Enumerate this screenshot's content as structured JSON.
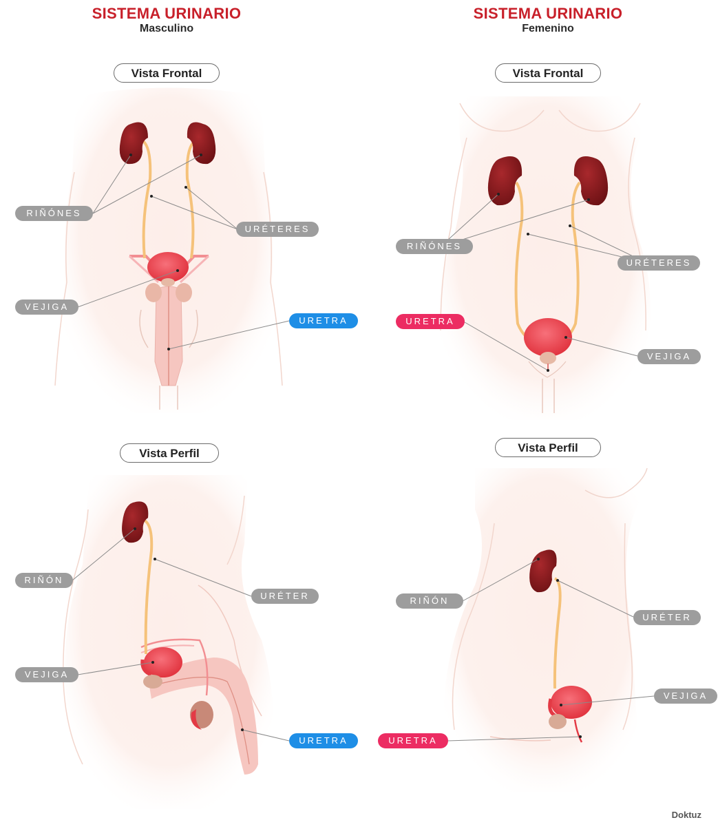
{
  "male": {
    "title": "SISTEMA URINARIO",
    "subtitle": "Masculino",
    "front_view": "Vista Frontal",
    "side_view": "Vista Perfil",
    "front_labels": {
      "kidneys": "RIÑÓNES",
      "ureters": "URÉTERES",
      "bladder": "VEJIGA",
      "urethra": "URETRA"
    },
    "side_labels": {
      "kidney": "RIÑÓN",
      "ureter": "URÉTER",
      "bladder": "VEJIGA",
      "urethra": "URETRA"
    }
  },
  "female": {
    "title": "SISTEMA URINARIO",
    "subtitle": "Femenino",
    "front_view": "Vista Frontal",
    "side_view": "Vista Perfil",
    "front_labels": {
      "kidneys": "RIÑÓNES",
      "ureters": "URÉTERES",
      "bladder": "VEJIGA",
      "urethra": "URETRA"
    },
    "side_labels": {
      "kidney": "RIÑÓN",
      "ureter": "URÉTER",
      "bladder": "VEJIGA",
      "urethra": "URETRA"
    }
  },
  "watermark": "Doktuz",
  "colors": {
    "title_red": "#c8202a",
    "label_grey": "#9d9d9d",
    "urethra_male_blue": "#1e8ee6",
    "urethra_female_pink": "#ec2c62",
    "kidney": "#8e1c1f",
    "bladder": "#ef4c55",
    "ureter": "#f5c27a",
    "skin": "#fdeee9"
  }
}
